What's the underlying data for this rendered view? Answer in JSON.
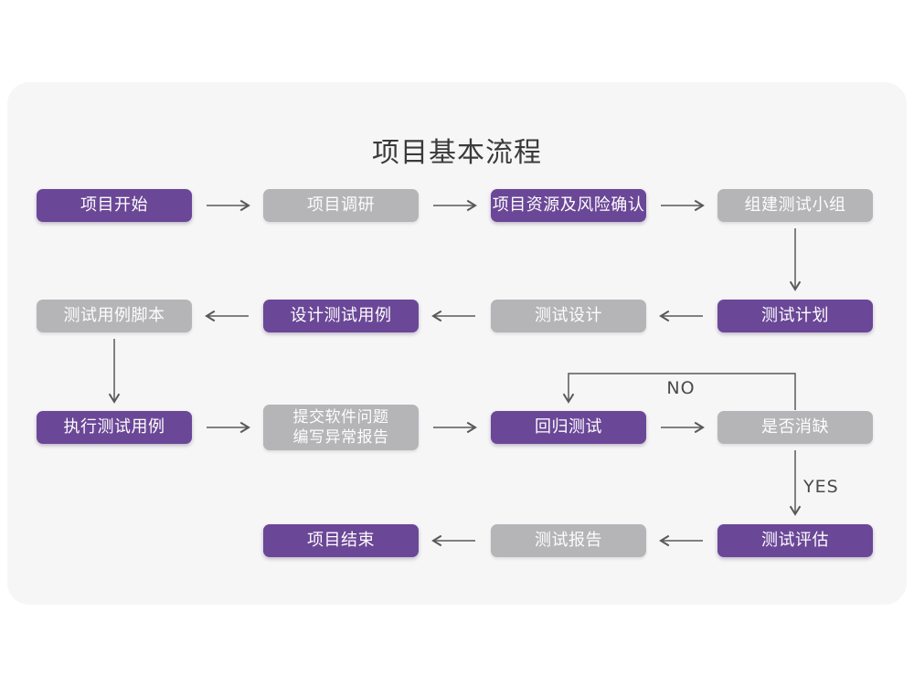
{
  "title": "项目基本流程",
  "colors": {
    "node_purple": "#6b4797",
    "node_gray": "#b5b4b6",
    "card_background": "#f7f6f7",
    "arrow": "#59585a",
    "title_text": "#3b3a3b"
  },
  "nodes": [
    {
      "id": "project-start",
      "label": "项目开始",
      "variant": "purple"
    },
    {
      "id": "project-research",
      "label": "项目调研",
      "variant": "gray"
    },
    {
      "id": "resource-risk-confirm",
      "label": "项目资源及风险确认",
      "variant": "purple"
    },
    {
      "id": "build-test-team",
      "label": "组建测试小组",
      "variant": "gray"
    },
    {
      "id": "test-plan",
      "label": "测试计划",
      "variant": "purple"
    },
    {
      "id": "test-design",
      "label": "测试设计",
      "variant": "gray"
    },
    {
      "id": "design-test-cases",
      "label": "设计测试用例",
      "variant": "purple"
    },
    {
      "id": "test-case-script",
      "label": "测试用例脚本",
      "variant": "gray"
    },
    {
      "id": "execute-test-cases",
      "label": "执行测试用例",
      "variant": "purple"
    },
    {
      "id": "submit-issue-report",
      "label": "提交软件问题\n编写异常报告",
      "variant": "gray"
    },
    {
      "id": "regression-test",
      "label": "回归测试",
      "variant": "purple"
    },
    {
      "id": "defect-eliminated",
      "label": "是否消缺",
      "variant": "gray"
    },
    {
      "id": "test-evaluation",
      "label": "测试评估",
      "variant": "purple"
    },
    {
      "id": "test-report",
      "label": "测试报告",
      "variant": "gray"
    },
    {
      "id": "project-end",
      "label": "项目结束",
      "variant": "purple"
    }
  ],
  "edge_labels": {
    "no": "NO",
    "yes": "YES"
  },
  "edges": [
    {
      "from": "project-start",
      "to": "project-research"
    },
    {
      "from": "project-research",
      "to": "resource-risk-confirm"
    },
    {
      "from": "resource-risk-confirm",
      "to": "build-test-team"
    },
    {
      "from": "build-test-team",
      "to": "test-plan"
    },
    {
      "from": "test-plan",
      "to": "test-design"
    },
    {
      "from": "test-design",
      "to": "design-test-cases"
    },
    {
      "from": "design-test-cases",
      "to": "test-case-script"
    },
    {
      "from": "test-case-script",
      "to": "execute-test-cases"
    },
    {
      "from": "execute-test-cases",
      "to": "submit-issue-report"
    },
    {
      "from": "submit-issue-report",
      "to": "regression-test"
    },
    {
      "from": "regression-test",
      "to": "defect-eliminated"
    },
    {
      "from": "defect-eliminated",
      "to": "regression-test",
      "label": "NO"
    },
    {
      "from": "defect-eliminated",
      "to": "test-evaluation",
      "label": "YES"
    },
    {
      "from": "test-evaluation",
      "to": "test-report"
    },
    {
      "from": "test-report",
      "to": "project-end"
    }
  ]
}
